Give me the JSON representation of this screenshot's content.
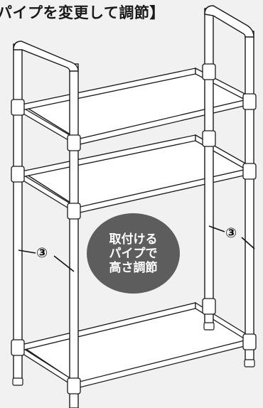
{
  "heading": "パイプを変更して調節】",
  "badge": {
    "lines": [
      "取付ける",
      "パイプで",
      "高さ調節"
    ]
  },
  "callouts": {
    "left": "③",
    "right": "③"
  }
}
